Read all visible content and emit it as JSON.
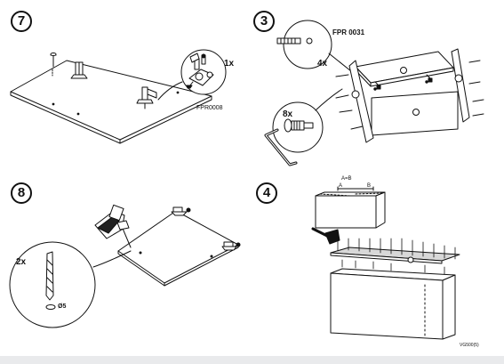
{
  "steps": [
    {
      "number": "7",
      "qty_label": "1x",
      "part_code": "FPR0008"
    },
    {
      "number": "3",
      "part_code": "FPR 0031",
      "qty_label_dowels": "4x",
      "qty_label_screws": "8x"
    },
    {
      "number": "8",
      "qty_label": "2x",
      "drill_size": "Ø5"
    },
    {
      "number": "4",
      "dimension_label": "A=B",
      "label_a": "A",
      "label_b": "B"
    }
  ],
  "doc_code": "VG500(5)",
  "colors": {
    "ink": "#111111",
    "footer": "#e9eaec",
    "shade": "#d8d8d8"
  }
}
